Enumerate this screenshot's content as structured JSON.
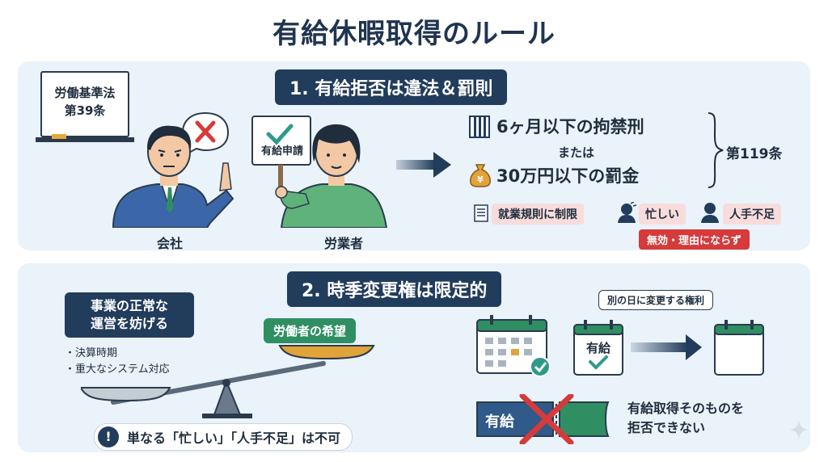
{
  "title": "有給休暇取得のルール",
  "section1": {
    "heading": "1. 有給拒否は違法＆罰則",
    "board": {
      "line1": "労働基準法",
      "line2": "第39条"
    },
    "sign_text": "有給申請",
    "company_label": "会社",
    "worker_label": "労業者",
    "penalty1": "6ヶ月以下の拘禁刑",
    "or_text": "または",
    "penalty2": "30万円以下の罰金",
    "article": "第119条",
    "tags": [
      "就業規則に制限",
      "忙しい",
      "人手不足"
    ],
    "invalid_note": "無効・理由にならず",
    "colors": {
      "navy": "#223c5c",
      "red": "#d63a3a",
      "green": "#2f8f62",
      "panel": "#eaf2fa"
    }
  },
  "section2": {
    "heading": "2. 時季変更権は限定的",
    "business_box": {
      "line1": "事業の正常な",
      "line2": "運営を妨げる"
    },
    "bullets": [
      "・決算時期",
      "・重大なシステム対応"
    ],
    "worker_box": "労働者の希望",
    "warning": "単なる「忙しい」「人手不足」は不可",
    "warning_icon": "!",
    "bubble": "別の日に変更する権利",
    "calendar_label": "有給",
    "ticket_label": "有給",
    "deny_line1": "有給取得そのものを",
    "deny_line2": "拒否できない"
  }
}
